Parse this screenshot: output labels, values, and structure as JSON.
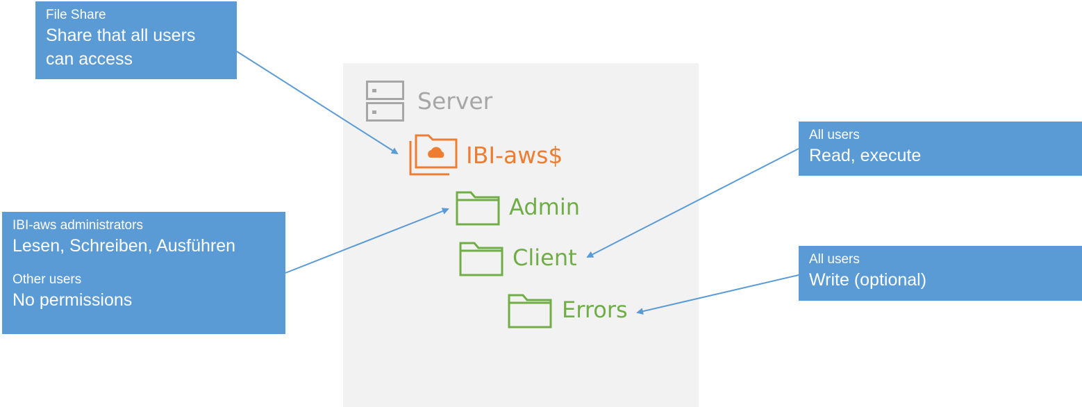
{
  "server": {
    "label": "Server"
  },
  "share": {
    "label": "IBI-aws$"
  },
  "folders": {
    "admin": "Admin",
    "client": "Client",
    "errors": "Errors"
  },
  "callouts": {
    "file_share": {
      "title": "File Share",
      "body_line1": "Share that all users",
      "body_line2": "can access"
    },
    "admins": {
      "title": "IBI-aws administrators",
      "body": "Lesen, Schreiben, Ausführen",
      "title2": "Other users",
      "body2": "No permissions"
    },
    "client_perm": {
      "title": "All users",
      "body": "Read, execute"
    },
    "errors_perm": {
      "title": "All users",
      "body": "Write (optional)"
    }
  },
  "colors": {
    "callout_bg": "#5b9bd5",
    "server_gray": "#a6a6a6",
    "share_orange": "#ed7d31",
    "folder_green": "#70ad47",
    "panel_bg": "#f2f2f2"
  }
}
